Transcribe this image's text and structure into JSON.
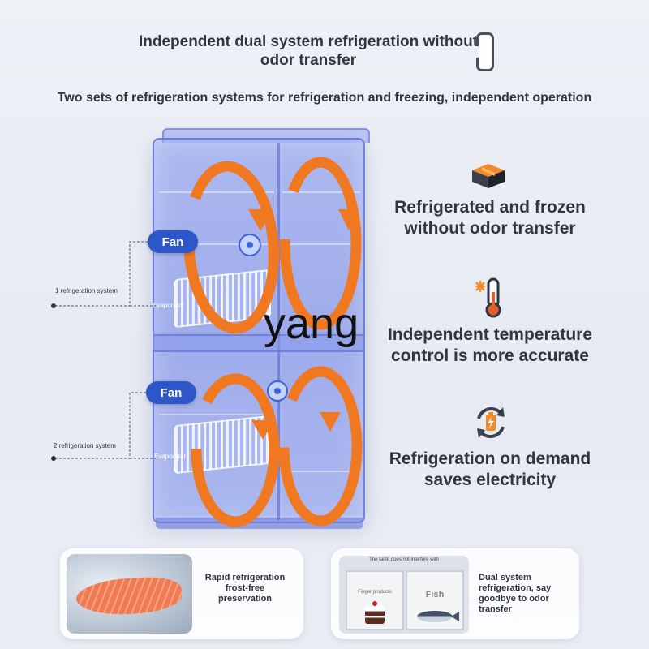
{
  "header": {
    "title": "Independent dual system refrigeration without odor transfer",
    "subtitle": "Two sets of refrigeration systems for refrigeration and freezing, independent operation",
    "title_icon": "door-seal-icon"
  },
  "diagram": {
    "fan_label": "Fan",
    "evaporator_label": "Evaporator",
    "system1_label": "1 refrigeration system",
    "system2_label": "2 refrigeration system",
    "airflow_color": "#f07820",
    "fan_pill_color": "#2d56c8",
    "cabinet_color": "#7a8cea"
  },
  "watermark": "yang",
  "features": [
    {
      "icon": "box-icon",
      "text": "Refrigerated and frozen without odor transfer"
    },
    {
      "icon": "thermometer-snowflake-icon",
      "text": "Independent temperature control is more accurate"
    },
    {
      "icon": "battery-cycle-icon",
      "text": "Refrigeration on demand saves electricity"
    }
  ],
  "cards": [
    {
      "image": "salmon-on-ice",
      "text": "Rapid refrigeration frost-free preservation"
    },
    {
      "image_header": "The taste does not interfere with",
      "left_compartment": "Finger products",
      "right_compartment": "Fish",
      "text": "Dual system refrigeration, say goodbye to odor transfer"
    }
  ]
}
